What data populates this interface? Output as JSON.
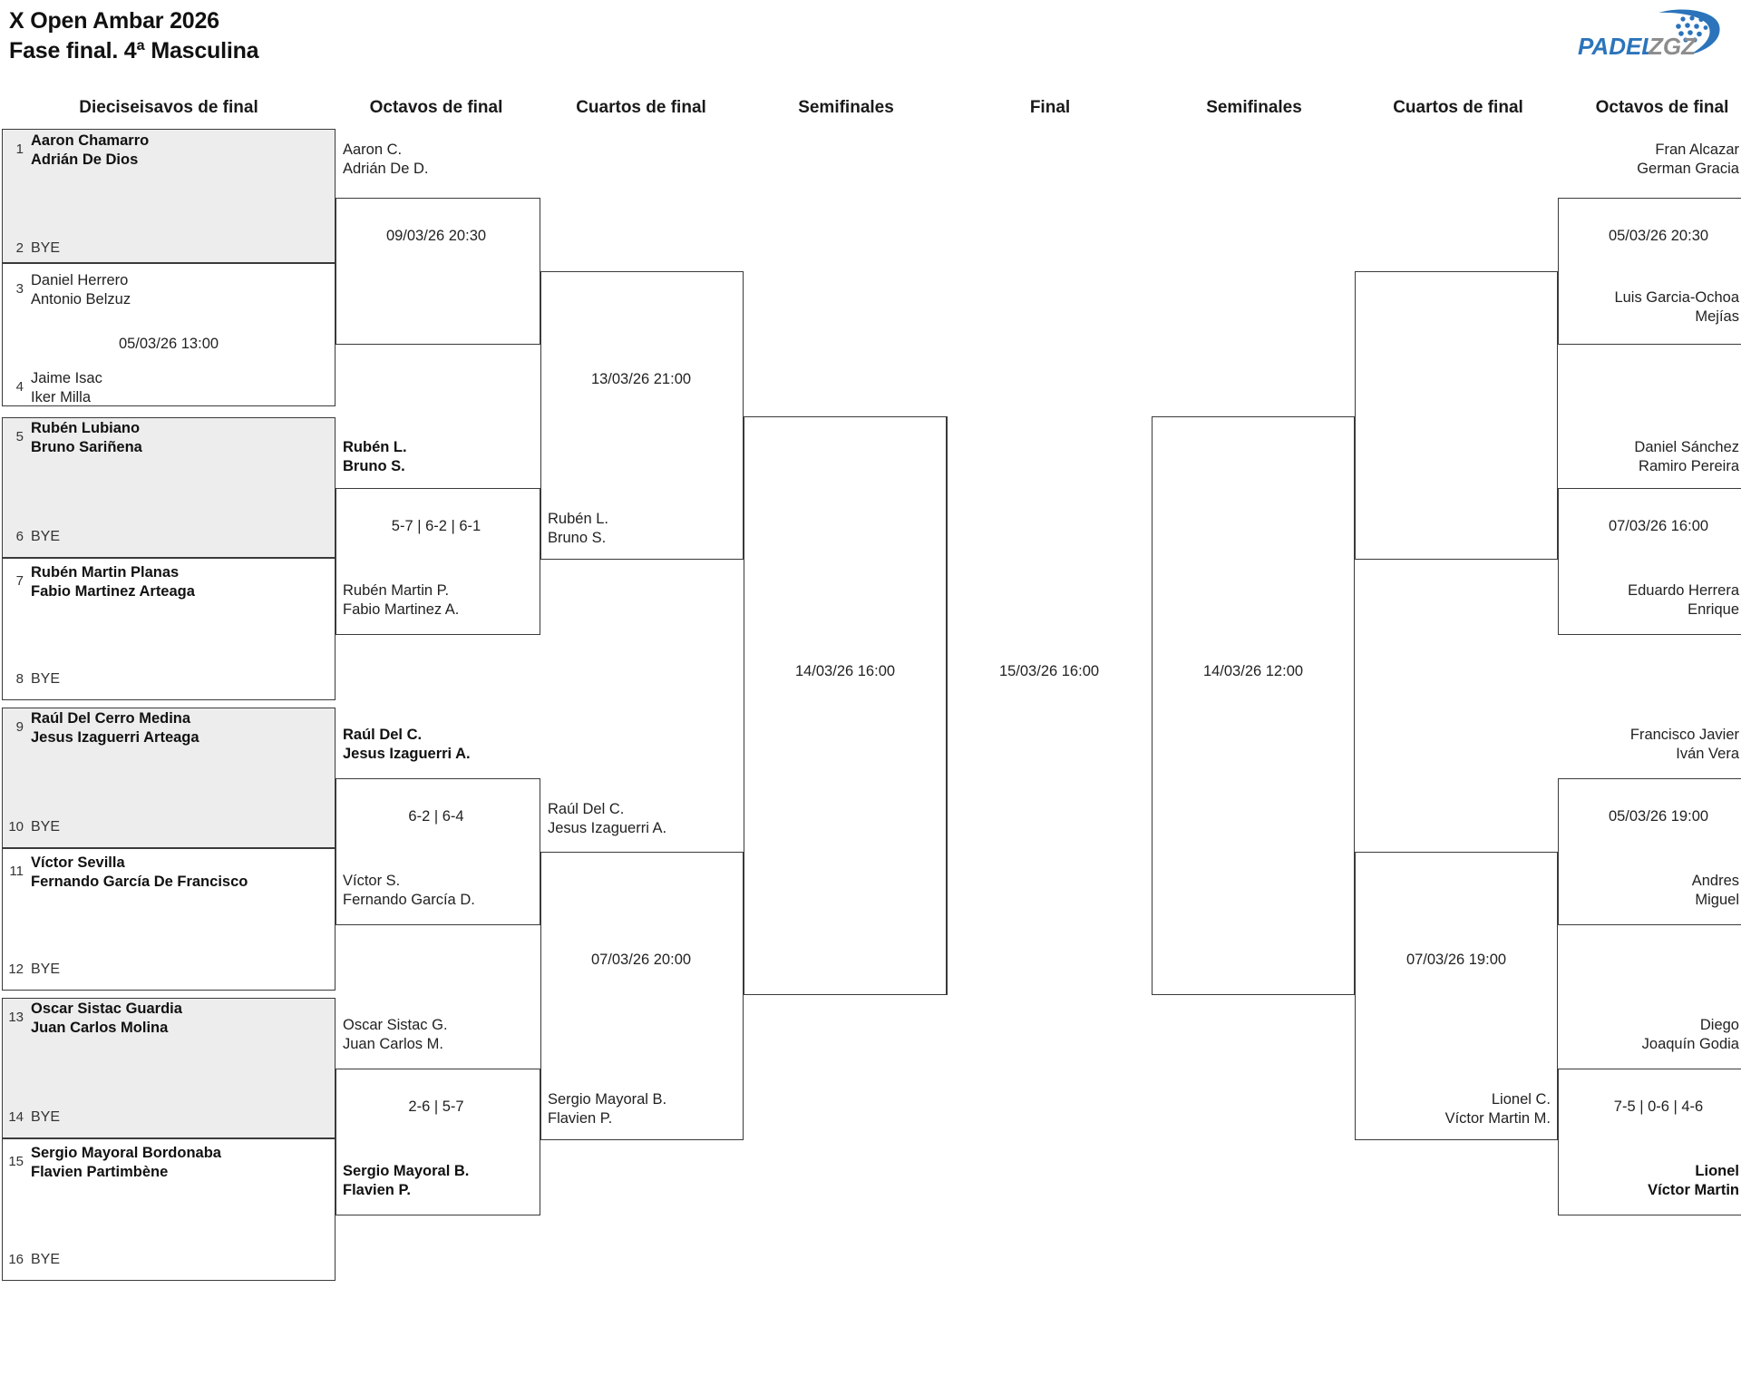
{
  "header": {
    "title_line1": "X Open Ambar 2026",
    "title_line2": "Fase final. 4ª Masculina",
    "logo": {
      "word1": "PADEL",
      "word2": "ZGZ",
      "blue": "#2b74bb",
      "gray": "#8d8d8d"
    }
  },
  "rounds": [
    {
      "key": "r16_left",
      "label": "Dieciseisavos de final"
    },
    {
      "key": "r8_left",
      "label": "Octavos de final"
    },
    {
      "key": "qf_left",
      "label": "Cuartos de final"
    },
    {
      "key": "sf_left",
      "label": "Semifinales"
    },
    {
      "key": "final",
      "label": "Final"
    },
    {
      "key": "sf_right",
      "label": "Semifinales"
    },
    {
      "key": "qf_right",
      "label": "Cuartos de final"
    },
    {
      "key": "r8_right",
      "label": "Octavos de final"
    }
  ],
  "left": {
    "r16": [
      {
        "seed": "1",
        "p1": "Aaron Chamarro",
        "p2": "Adrián De Dios",
        "winner": true,
        "bye": false
      },
      {
        "seed": "2",
        "p1": "BYE",
        "p2": "",
        "winner": false,
        "bye": true
      },
      {
        "seed": "3",
        "p1": "Daniel Herrero",
        "p2": "Antonio Belzuz",
        "winner": false,
        "bye": false
      },
      {
        "seed": "4",
        "p1": "Jaime Isac",
        "p2": "Iker Milla",
        "winner": false,
        "bye": false
      },
      {
        "seed": "5",
        "p1": "Rubén Lubiano",
        "p2": "Bruno Sariñena",
        "winner": true,
        "bye": false
      },
      {
        "seed": "6",
        "p1": "BYE",
        "p2": "",
        "winner": false,
        "bye": true
      },
      {
        "seed": "7",
        "p1": "Rubén Martin Planas",
        "p2": "Fabio Martinez Arteaga",
        "winner": true,
        "bye": false
      },
      {
        "seed": "8",
        "p1": "BYE",
        "p2": "",
        "winner": false,
        "bye": true
      },
      {
        "seed": "9",
        "p1": "Raúl Del Cerro Medina",
        "p2": "Jesus Izaguerri Arteaga",
        "winner": true,
        "bye": false
      },
      {
        "seed": "10",
        "p1": "BYE",
        "p2": "",
        "winner": false,
        "bye": true
      },
      {
        "seed": "11",
        "p1": "Víctor Sevilla",
        "p2": "Fernando García De Francisco",
        "winner": true,
        "bye": false
      },
      {
        "seed": "12",
        "p1": "BYE",
        "p2": "",
        "winner": false,
        "bye": true
      },
      {
        "seed": "13",
        "p1": "Oscar Sistac Guardia",
        "p2": "Juan Carlos Molina",
        "winner": true,
        "bye": false
      },
      {
        "seed": "14",
        "p1": "BYE",
        "p2": "",
        "winner": false,
        "bye": true
      },
      {
        "seed": "15",
        "p1": "Sergio Mayoral Bordonaba",
        "p2": "Flavien Partimbène",
        "winner": true,
        "bye": false
      },
      {
        "seed": "16",
        "p1": "BYE",
        "p2": "",
        "winner": false,
        "bye": true
      }
    ],
    "r16_meta": [
      {
        "text": "05/03/26 13:00"
      }
    ],
    "r8": [
      {
        "top_p1": "Aaron C.",
        "top_p2": "Adrián De D.",
        "top_win": false,
        "bot_p1": "",
        "bot_p2": "",
        "bot_win": false,
        "meta": "09/03/26 20:30"
      },
      {
        "top_p1": "Rubén L.",
        "top_p2": "Bruno S.",
        "top_win": true,
        "bot_p1": "Rubén Martin P.",
        "bot_p2": "Fabio Martinez A.",
        "bot_win": false,
        "meta": "5-7 | 6-2 | 6-1"
      },
      {
        "top_p1": "Raúl Del C.",
        "top_p2": "Jesus Izaguerri A.",
        "top_win": true,
        "bot_p1": "Víctor S.",
        "bot_p2": "Fernando García D.",
        "bot_win": false,
        "meta": "6-2 | 6-4"
      },
      {
        "top_p1": "Oscar Sistac G.",
        "top_p2": "Juan Carlos M.",
        "top_win": false,
        "bot_p1": "Sergio Mayoral B.",
        "bot_p2": "Flavien P.",
        "bot_win": true,
        "meta": "2-6 | 5-7"
      }
    ],
    "qf": [
      {
        "meta": "13/03/26 21:00",
        "win_p1": "Rubén L.",
        "win_p2": "Bruno S."
      },
      {
        "meta": "07/03/26 20:00",
        "win_p1": "Sergio Mayoral B.",
        "win_p2": "Flavien P."
      }
    ],
    "qf_feed": [
      {
        "p1": "Raúl Del C.",
        "p2": "Jesus Izaguerri A."
      }
    ],
    "sf": {
      "meta": "14/03/26 16:00"
    }
  },
  "final": {
    "meta": "15/03/26 16:00"
  },
  "right": {
    "r8": [
      {
        "top_p1": "Fran Alcazar",
        "top_p2": "German Gracia",
        "top_win": false,
        "bot_p1": "Luis Garcia-Ochoa",
        "bot_p2": "Mejías",
        "bot_win": false,
        "meta": "05/03/26 20:30"
      },
      {
        "top_p1": "Daniel Sánchez",
        "top_p2": "Ramiro Pereira",
        "top_win": false,
        "bot_p1": "Eduardo Herrera",
        "bot_p2": "Enrique",
        "bot_win": false,
        "meta": "07/03/26 16:00"
      },
      {
        "top_p1": "Francisco Javier",
        "top_p2": "Iván Vera",
        "top_win": false,
        "bot_p1": "Andres",
        "bot_p2": "Miguel",
        "bot_win": false,
        "meta": "05/03/26 19:00"
      },
      {
        "top_p1": "Diego",
        "top_p2": "Joaquín Godia",
        "top_win": false,
        "bot_p1": "Lionel",
        "bot_p2": "Víctor Martin",
        "bot_win": true,
        "meta": "7-5 | 0-6 | 4-6"
      }
    ],
    "qf": [
      {
        "meta": "",
        "win_p1": "",
        "win_p2": ""
      },
      {
        "meta": "07/03/26 19:00",
        "win_p1": "Lionel C.",
        "win_p2": "Víctor Martin M."
      }
    ],
    "sf": {
      "meta": "14/03/26 12:00"
    }
  }
}
